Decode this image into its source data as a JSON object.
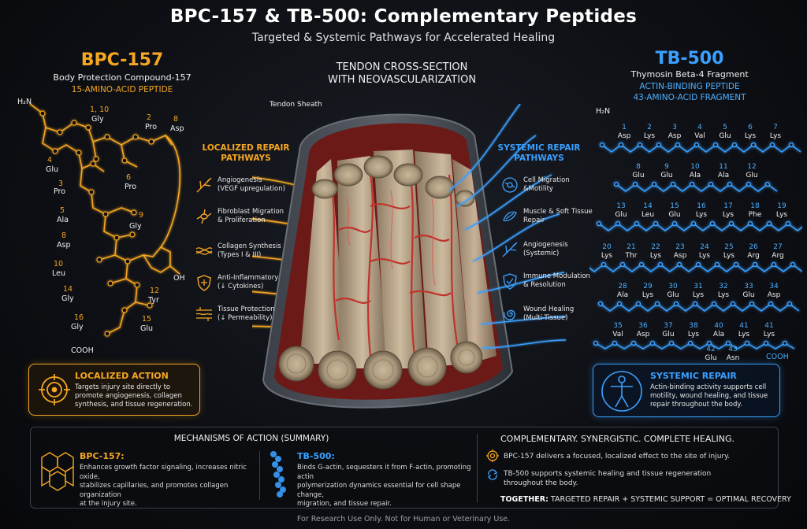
{
  "header": {
    "title": "BPC-157 & TB-500: Complementary Peptides",
    "subtitle": "Targeted & Systemic Pathways for Accelerated Healing"
  },
  "bpc": {
    "name": "BPC-157",
    "full_name": "Body Protection Compound-157",
    "kind": "15-AMINO-ACID PEPTIDE",
    "labels": [
      {
        "text": "H₂N"
      },
      {
        "text": "1, 10"
      },
      {
        "text": "Gly"
      },
      {
        "text": "2"
      },
      {
        "text": "Pro"
      },
      {
        "text": "8"
      },
      {
        "text": "Asp"
      },
      {
        "text": "4"
      },
      {
        "text": "Glu"
      },
      {
        "text": "3"
      },
      {
        "text": "Pro"
      },
      {
        "text": "6"
      },
      {
        "text": "Pro"
      },
      {
        "text": "5"
      },
      {
        "text": "Ala"
      },
      {
        "text": "9"
      },
      {
        "text": "Gly"
      },
      {
        "text": "8"
      },
      {
        "text": "Asp"
      },
      {
        "text": "10"
      },
      {
        "text": "Leu"
      },
      {
        "text": "OH"
      },
      {
        "text": "14"
      },
      {
        "text": "Gly"
      },
      {
        "text": "12"
      },
      {
        "text": "Tyr"
      },
      {
        "text": "16"
      },
      {
        "text": "Gly"
      },
      {
        "text": "15"
      },
      {
        "text": "Glu"
      },
      {
        "text": "COOH"
      }
    ]
  },
  "tb": {
    "name": "TB-500",
    "full_name": "Thymosin Beta-4 Fragment",
    "kind_1": "ACTIN-BINDING PEPTIDE",
    "kind_2": "43-AMINO-ACID FRAGMENT",
    "nh2": "H₂N",
    "cooh": "COOH",
    "row1": [
      {
        "n": "1",
        "aa": "Asp"
      },
      {
        "n": "2",
        "aa": "Lys"
      },
      {
        "n": "3",
        "aa": "Asp"
      },
      {
        "n": "4",
        "aa": "Val"
      },
      {
        "n": "5",
        "aa": "Glu"
      },
      {
        "n": "6",
        "aa": "Lys"
      },
      {
        "n": "7",
        "aa": "Lys"
      }
    ],
    "row2": [
      {
        "n": "8",
        "aa": "Glu"
      },
      {
        "n": "9",
        "aa": "Glu"
      },
      {
        "n": "10",
        "aa": "Ala"
      },
      {
        "n": "11",
        "aa": "Ala"
      },
      {
        "n": "12",
        "aa": "Glu"
      }
    ],
    "row3": [
      {
        "n": "13",
        "aa": "Glu"
      },
      {
        "n": "14",
        "aa": "Leu"
      },
      {
        "n": "15",
        "aa": "Glu"
      },
      {
        "n": "16",
        "aa": "Lys"
      },
      {
        "n": "17",
        "aa": "Lys"
      },
      {
        "n": "18",
        "aa": "Phe"
      },
      {
        "n": "19",
        "aa": "Lys"
      }
    ],
    "row4": [
      {
        "n": "20",
        "aa": "Lys"
      },
      {
        "n": "21",
        "aa": "Thr"
      },
      {
        "n": "22",
        "aa": "Lys"
      },
      {
        "n": "23",
        "aa": "Asp"
      },
      {
        "n": "24",
        "aa": "Lys"
      },
      {
        "n": "25",
        "aa": "Lys"
      },
      {
        "n": "26",
        "aa": "Arg"
      },
      {
        "n": "27",
        "aa": "Arg"
      }
    ],
    "row5": [
      {
        "n": "28",
        "aa": "Ala"
      },
      {
        "n": "29",
        "aa": "Lys"
      },
      {
        "n": "30",
        "aa": "Glu"
      },
      {
        "n": "31",
        "aa": "Lys"
      },
      {
        "n": "32",
        "aa": "Lys"
      },
      {
        "n": "33",
        "aa": "Glu"
      },
      {
        "n": "34",
        "aa": "Asp"
      }
    ],
    "row6": [
      {
        "n": "35",
        "aa": "Val"
      },
      {
        "n": "36",
        "aa": "Asp"
      },
      {
        "n": "37",
        "aa": "Glu"
      },
      {
        "n": "38",
        "aa": "Lys"
      },
      {
        "n": "40",
        "aa": "Ala"
      },
      {
        "n": "41",
        "aa": "Lys"
      },
      {
        "n": "41",
        "aa": "Lys"
      }
    ],
    "row7": [
      {
        "n": "42",
        "aa": "Glu"
      },
      {
        "n": "43",
        "aa": "Asn"
      }
    ]
  },
  "center": {
    "heading_1": "TENDON CROSS-SECTION",
    "heading_2": "WITH NEOVASCULARIZATION",
    "sheath_label": "Tendon Sheath"
  },
  "local_pathways": {
    "heading_1": "LOCALIZED REPAIR",
    "heading_2": "PATHWAYS",
    "items": [
      {
        "icon": "vessel-icon",
        "line1": "Angiogenesis",
        "line2": "(VEGF upregulation)"
      },
      {
        "icon": "fibroblast-icon",
        "line1": "Fibroblast Migration",
        "line2": "& Proliferation"
      },
      {
        "icon": "collagen-icon",
        "line1": "Collagen Synthesis",
        "line2": "(Types I & III)"
      },
      {
        "icon": "shield-icon",
        "line1": "Anti-Inflammatory",
        "line2": "(↓ Cytokines)"
      },
      {
        "icon": "tissue-icon",
        "line1": "Tissue Protection",
        "line2": "(↓ Permeability)"
      }
    ]
  },
  "systemic_pathways": {
    "heading_1": "SYSTEMIC REPAIR",
    "heading_2": "PATHWAYS",
    "items": [
      {
        "icon": "cell-migration-icon",
        "line1": "Cell Migration",
        "line2": "&Motility"
      },
      {
        "icon": "muscle-icon",
        "line1": "Muscle & Soft Tissue",
        "line2": "Repair"
      },
      {
        "icon": "vessel-icon",
        "line1": "Angiogenesis",
        "line2": "(Systemic)"
      },
      {
        "icon": "shield-icon",
        "line1": "Immune Modulation",
        "line2": "& Resolution"
      },
      {
        "icon": "spiral-icon",
        "line1": "Wound Healing",
        "line2": "(Multi-Tissue)"
      }
    ]
  },
  "localized_action": {
    "title": "LOCALIZED ACTION",
    "lines": [
      "Targets injury site directly to",
      "promote angiogenesis, collagen",
      "synthesis, and tissue regeneration."
    ]
  },
  "systemic_repair": {
    "title": "SYSTEMIC REPAIR",
    "lines": [
      "Actin-binding activity supports cell",
      "motility, wound healing, and tissue",
      "repair throughout the body."
    ]
  },
  "summary": {
    "heading": "MECHANISMS OF ACTION (SUMMARY)",
    "bpc_title": "BPC-157:",
    "bpc_lines": [
      "Enhances growth factor signaling, increases nitric oxide,",
      "stabilizes capillaries, and promotes collagen organization",
      "at the injury site."
    ],
    "tb_title": "TB-500:",
    "tb_lines": [
      "Binds G-actin, sequesters it from F-actin, promoting actin",
      "polymerization dynamics essential for cell shape change,",
      "migration, and tissue repair."
    ],
    "right_heading": "COMPLEMENTARY. SYNERGISTIC. COMPLETE HEALING.",
    "point_1": "BPC-157 delivers a focused, localized effect to the site of injury.",
    "point_2a": "TB-500 supports systemic healing and tissue regeneration",
    "point_2b": "throughout the body.",
    "together_label": "TOGETHER:",
    "together_text": "TARGETED REPAIR + SYSTEMIC SUPPORT = OPTIMAL RECOVERY"
  },
  "footer": "For Research Use Only. Not for Human or Veterinary Use.",
  "colors": {
    "orange": "#f5a623",
    "blue": "#3aa0ff",
    "tendon": "#c9b79a",
    "vessel": "#c0322c"
  }
}
